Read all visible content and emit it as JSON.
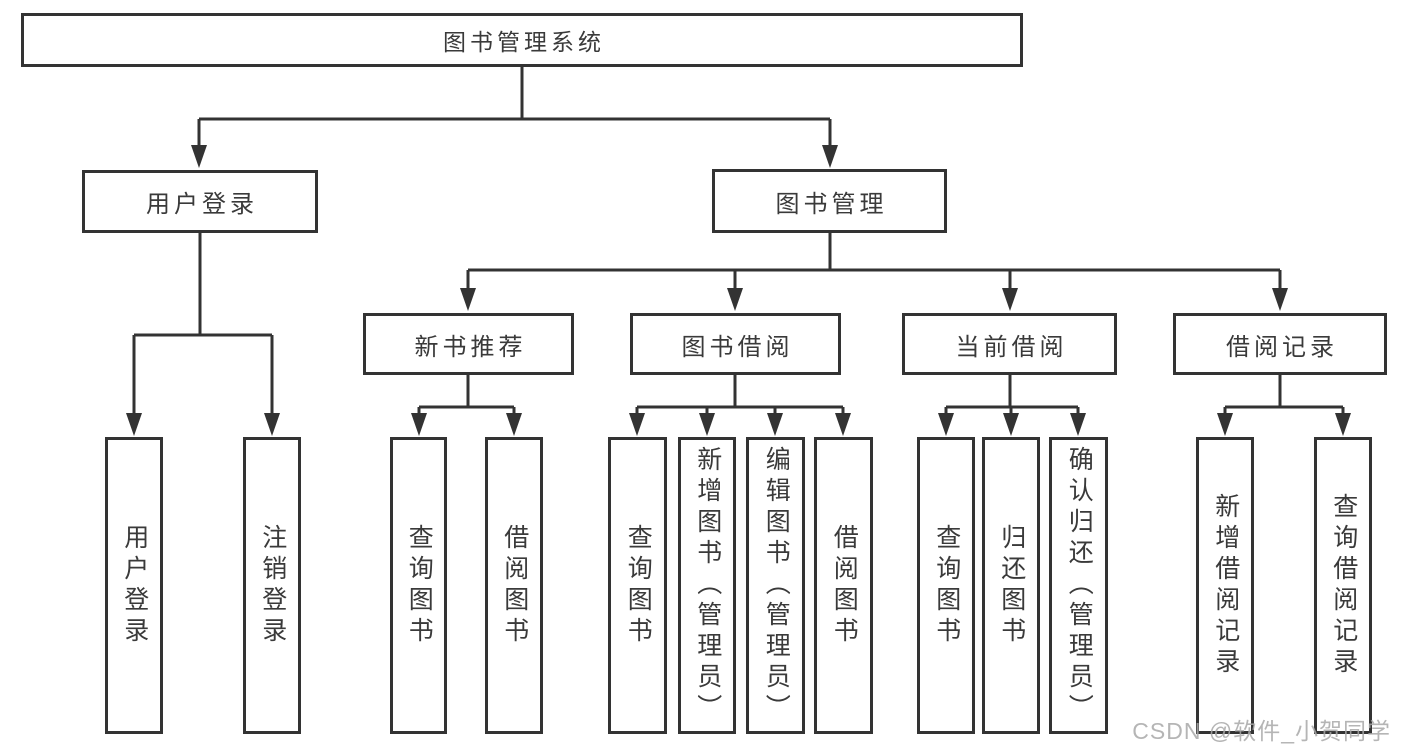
{
  "colors": {
    "line": "#333333",
    "box_border": "#333333",
    "text": "#3a3a3a",
    "watermark": "#a8a8a8"
  },
  "diagram": {
    "root": {
      "label": "图书管理系统"
    },
    "level1": [
      {
        "label": "用户登录"
      },
      {
        "label": "图书管理"
      }
    ],
    "level2": [
      {
        "label": "新书推荐"
      },
      {
        "label": "图书借阅"
      },
      {
        "label": "当前借阅"
      },
      {
        "label": "借阅记录"
      }
    ],
    "leaves": {
      "user_login": [
        "用户登录",
        "注销登录"
      ],
      "new_book": [
        "查询图书",
        "借阅图书"
      ],
      "book_borrow": [
        "查询图书",
        "新增图书（管理员）",
        "编辑图书（管理员）",
        "借阅图书"
      ],
      "current_borrow": [
        "查询图书",
        "归还图书",
        "确认归还（管理员）"
      ],
      "borrow_record": [
        "新增借阅记录",
        "查询借阅记录"
      ]
    }
  },
  "watermark": {
    "text": "CSDN @软件_小贺同学"
  }
}
